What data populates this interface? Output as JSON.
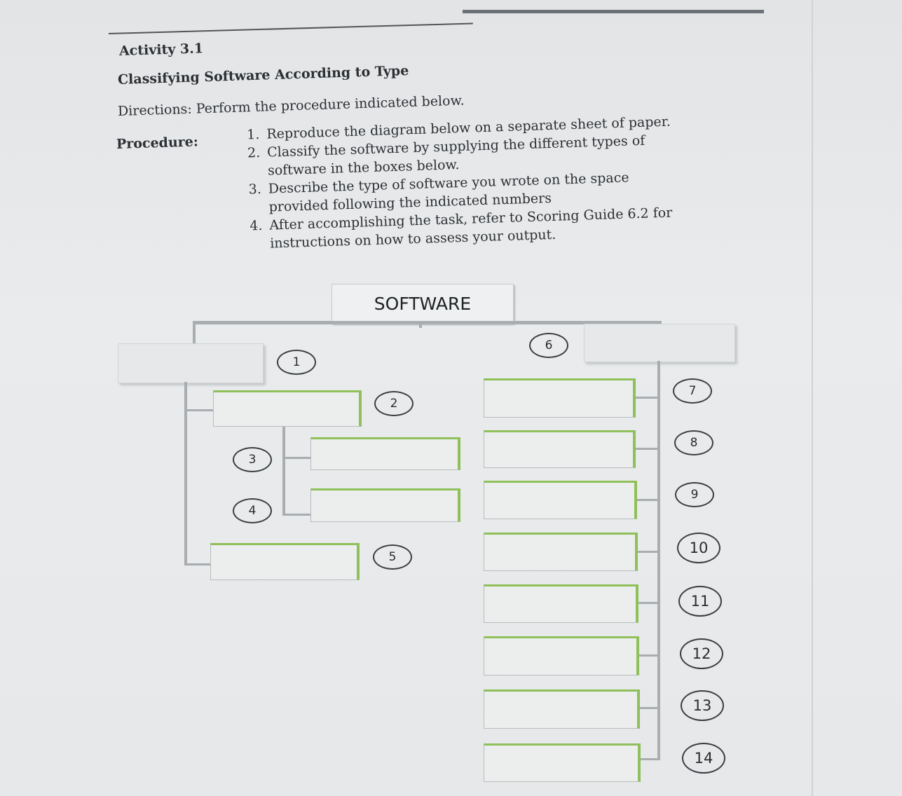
{
  "activity": "Activity 3.1",
  "title": "Classifying Software According to Type",
  "directions": "Directions: Perform the procedure indicated below.",
  "procedure_label": "Procedure:",
  "steps": [
    "Reproduce the diagram below on a separate sheet of paper.",
    "Classify the software by supplying the different types of software in the boxes below.",
    "Describe the type of software you wrote on the space provided following the indicated numbers",
    "After accomplishing the task, refer to Scoring Guide 6.2 for instructions on how to assess your output."
  ],
  "diagram": {
    "root": "SOFTWARE",
    "numbers": [
      "1",
      "2",
      "3",
      "4",
      "5",
      "6",
      "7",
      "8",
      "9",
      "10",
      "11",
      "12",
      "13",
      "14"
    ],
    "accent_color": "#8fc05a"
  }
}
